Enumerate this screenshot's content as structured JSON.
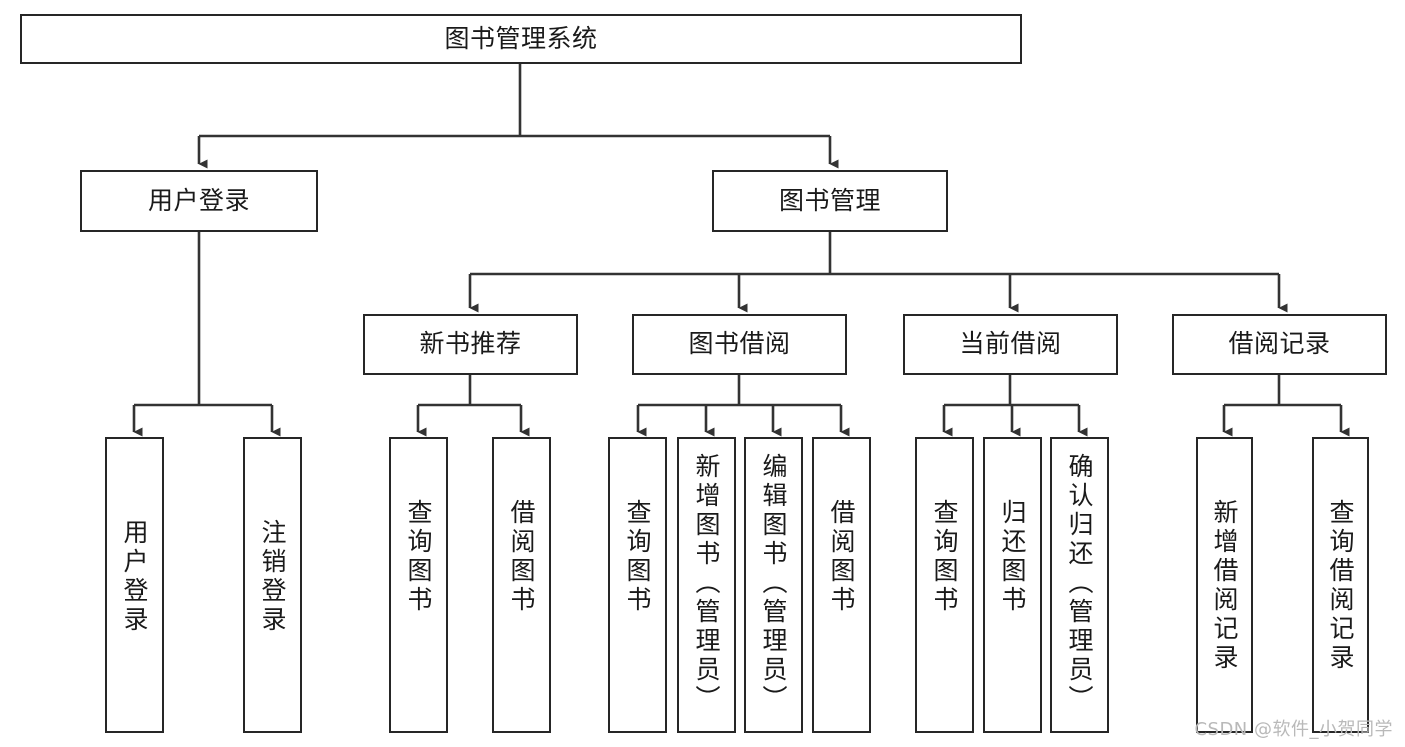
{
  "diagram": {
    "title": "图书管理系统",
    "type": "tree-hierarchy",
    "watermark": "CSDN @软件_小贺同学",
    "colors": {
      "box_border": "#262626",
      "box_fill": "#ffffff",
      "connector": "#333333",
      "text": "#1a1a1a",
      "watermark": "#b9b9b9"
    },
    "levels": {
      "root": "图书管理系统",
      "level2": [
        "用户登录",
        "图书管理"
      ],
      "level3": [
        "新书推荐",
        "图书借阅",
        "当前借阅",
        "借阅记录"
      ]
    },
    "nodes": {
      "root": {
        "label": "图书管理系统"
      },
      "user_login": {
        "label": "用户登录"
      },
      "book_manage": {
        "label": "图书管理"
      },
      "new_book_rec": {
        "label": "新书推荐"
      },
      "book_borrow": {
        "label": "图书借阅"
      },
      "current_borrow": {
        "label": "当前借阅"
      },
      "borrow_record": {
        "label": "借阅记录"
      }
    },
    "leaves": {
      "user_login": [
        {
          "label": "用户登录"
        },
        {
          "label": "注销登录"
        }
      ],
      "new_book_rec": [
        {
          "label": "查询图书"
        },
        {
          "label": "借阅图书"
        }
      ],
      "book_borrow": [
        {
          "label": "查询图书"
        },
        {
          "label": "新增图书（管理员）"
        },
        {
          "label": "编辑图书（管理员）"
        },
        {
          "label": "借阅图书"
        }
      ],
      "current_borrow": [
        {
          "label": "查询图书"
        },
        {
          "label": "归还图书"
        },
        {
          "label": "确认归还（管理员）"
        }
      ],
      "borrow_record": [
        {
          "label": "新增借阅记录"
        },
        {
          "label": "查询借阅记录"
        }
      ]
    }
  }
}
